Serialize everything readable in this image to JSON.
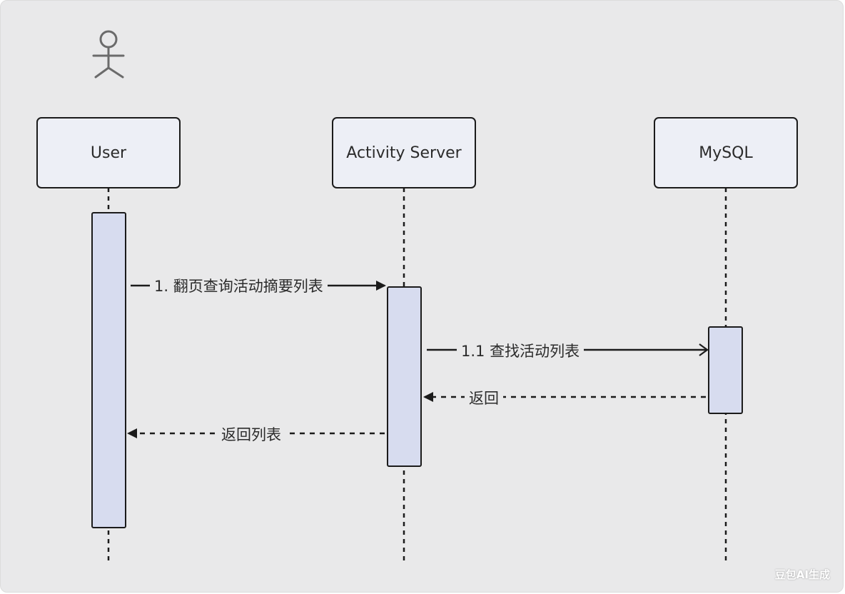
{
  "participants": [
    {
      "id": "user",
      "label": "User"
    },
    {
      "id": "server",
      "label": "Activity Server"
    },
    {
      "id": "db",
      "label": "MySQL"
    }
  ],
  "messages": [
    {
      "label": "1. 翻页查询活动摘要列表",
      "from": "User",
      "to": "Activity Server",
      "style": "solid"
    },
    {
      "label": "1.1 查找活动列表",
      "from": "Activity Server",
      "to": "MySQL",
      "style": "solid"
    },
    {
      "label": "返回",
      "from": "MySQL",
      "to": "Activity Server",
      "style": "dashed"
    },
    {
      "label": "返回列表",
      "from": "Activity Server",
      "to": "User",
      "style": "dashed"
    }
  ],
  "watermark": "豆包AI生成",
  "colors": {
    "background": "#e9e9ea",
    "participant_fill": "#edeff6",
    "activation_fill": "#d7dcef",
    "stroke": "#1b1b1b",
    "actor_icon": "#6b6b6b"
  },
  "icons": {
    "actor": "stick-figure-icon"
  }
}
